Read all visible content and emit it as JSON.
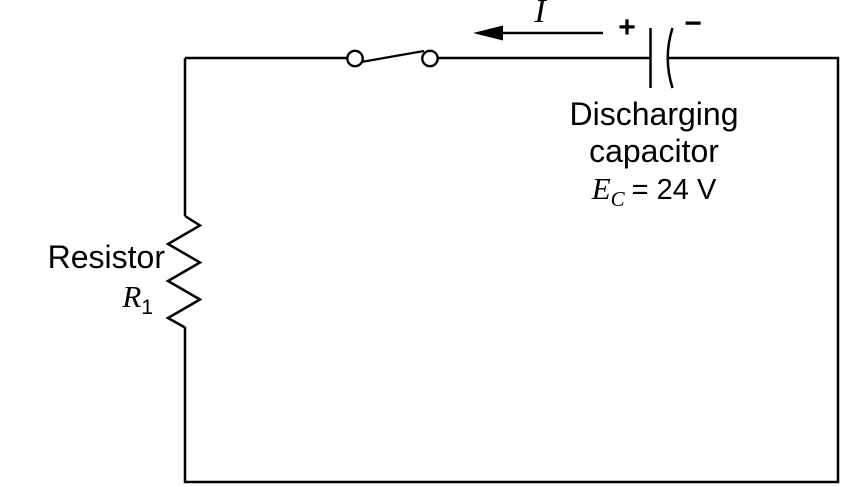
{
  "colors": {
    "ink": "#000000",
    "background": "#ffffff"
  },
  "labels": {
    "current": "I",
    "plus": "+",
    "minus": "−",
    "capacitor": {
      "line1": "Discharging",
      "line2": "capacitor",
      "emf_symbol": "E",
      "emf_subscript": "C",
      "emf_value": "= 24 V"
    },
    "resistor": {
      "line1": "Resistor",
      "symbol": "R",
      "subscript": "1"
    }
  }
}
